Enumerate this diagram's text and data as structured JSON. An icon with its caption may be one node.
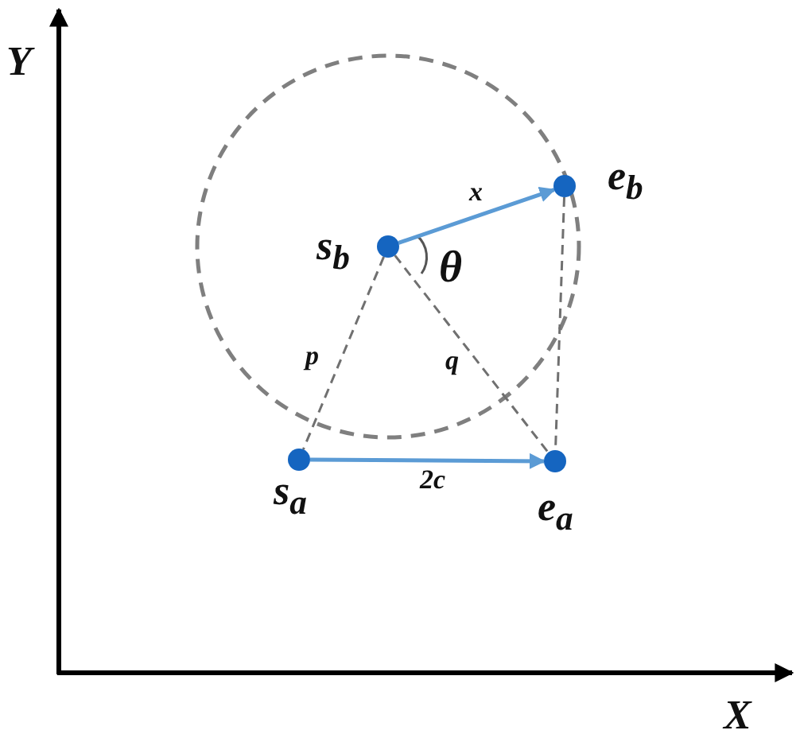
{
  "diagram": {
    "nodes": [
      {
        "text": [],
        "shape": "circle",
        "beside": [
          "s$_{b}$"
        ]
      },
      {
        "text": [],
        "shape": "circle",
        "beside": [
          "e$_{b}$"
        ]
      },
      {
        "text": [],
        "shape": "circle",
        "beside": [
          "s$_{a}$"
        ]
      },
      {
        "text": [],
        "shape": "circle",
        "beside": [
          "e$_{a}$"
        ]
      }
    ],
    "edges": [
      {
        "from": 0,
        "to": 1,
        "arrow": "to",
        "label": "x",
        "color": "#5b9bd5"
      },
      {
        "from": 2,
        "to": 3,
        "arrow": "to",
        "label": "2c",
        "color": "#5b9bd5"
      },
      {
        "from": 0,
        "to": 2,
        "arrow": "none",
        "label": "p",
        "style": "dashed"
      },
      {
        "from": 0,
        "to": 3,
        "arrow": "none",
        "label": "q",
        "style": "dashed"
      },
      {
        "from": 1,
        "to": 3,
        "arrow": "none",
        "style": "dashed"
      }
    ],
    "labels": [
      "Y",
      "θ",
      "X"
    ]
  }
}
